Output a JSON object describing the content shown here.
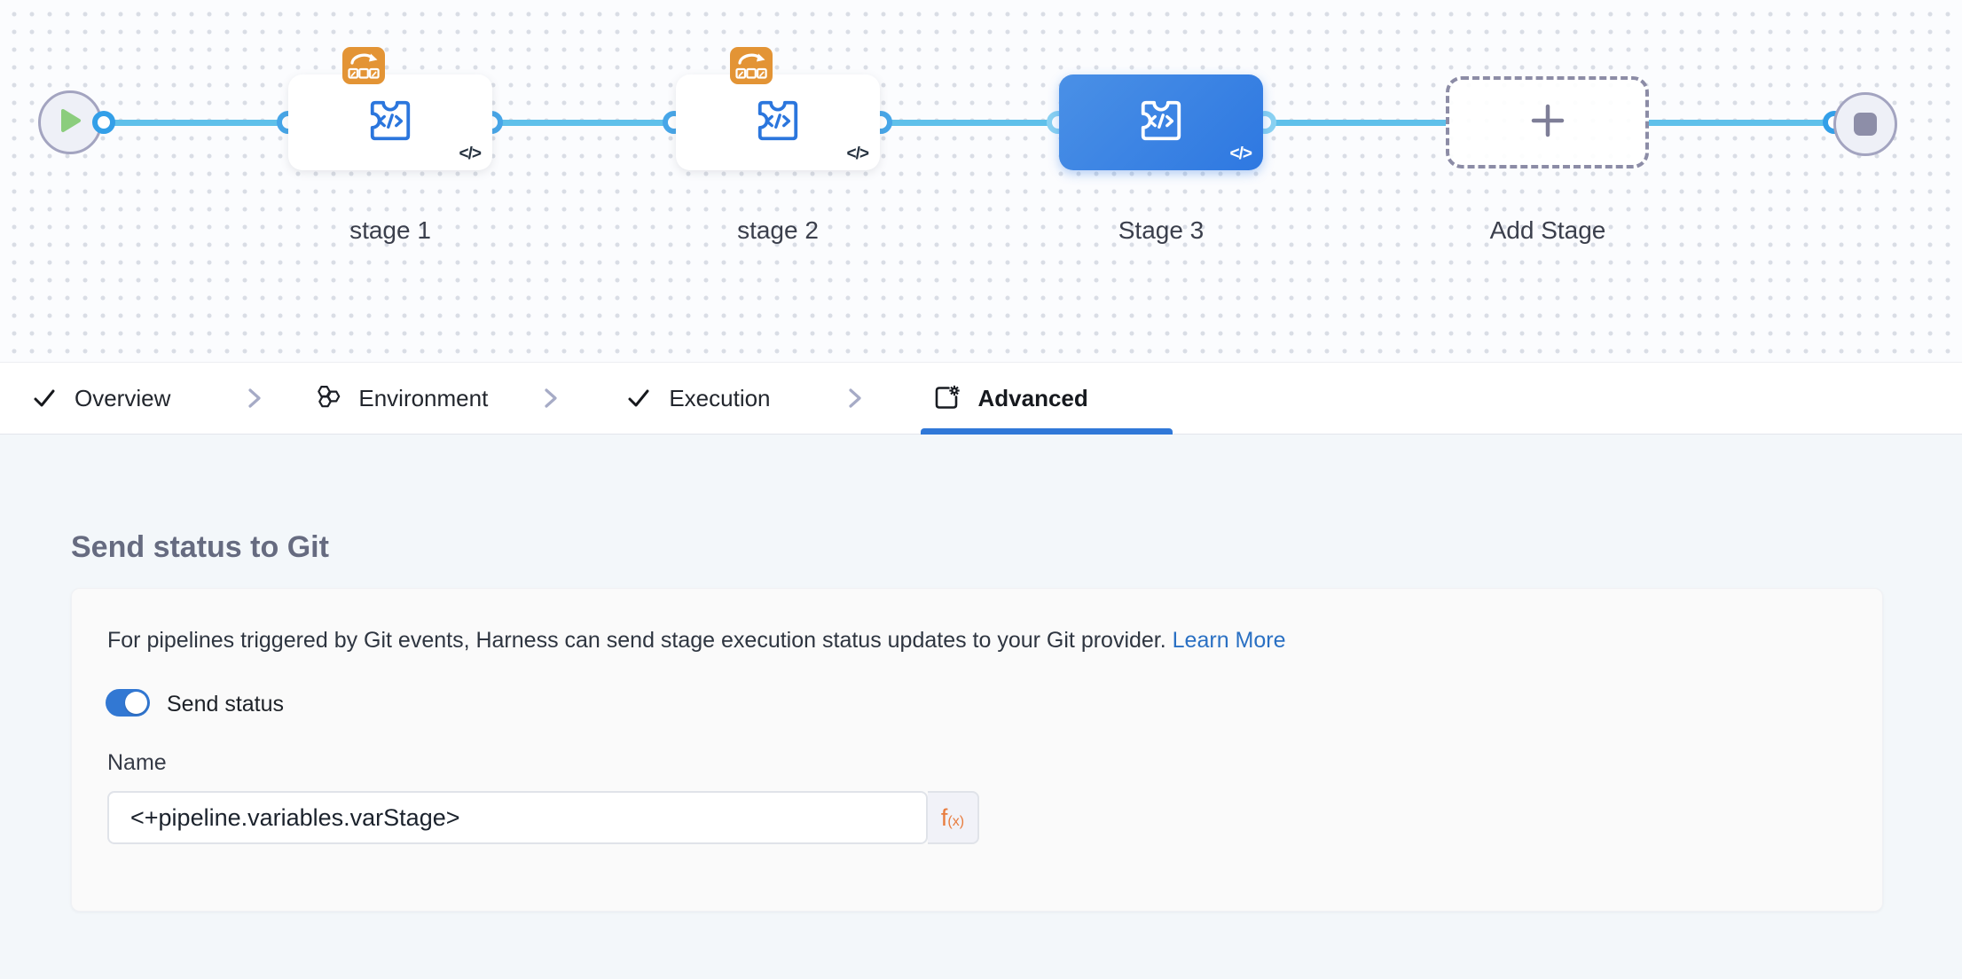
{
  "pipeline": {
    "stages": [
      {
        "label": "stage 1",
        "selected": false,
        "looping_badge": true,
        "code_glyph": "</>"
      },
      {
        "label": "stage 2",
        "selected": false,
        "looping_badge": true,
        "code_glyph": "</>"
      },
      {
        "label": "Stage 3",
        "selected": true,
        "looping_badge": false,
        "code_glyph": "</>"
      }
    ],
    "add_stage_label": "Add Stage"
  },
  "tabs": [
    {
      "label": "Overview",
      "icon": "check-icon",
      "active": false
    },
    {
      "label": "Environment",
      "icon": "hexagons-icon",
      "active": false
    },
    {
      "label": "Execution",
      "icon": "check-icon",
      "active": false
    },
    {
      "label": "Advanced",
      "icon": "settings-doc-icon",
      "active": true
    }
  ],
  "panel": {
    "heading": "Send status to Git",
    "description": "For pipelines triggered by Git events, Harness can send stage execution status updates to your Git provider.",
    "learn_more_label": "Learn More",
    "toggle_label": "Send status",
    "toggle_on": true,
    "name_label": "Name",
    "name_value": "<+pipeline.variables.varStage>",
    "expression_button": {
      "main": "f",
      "sub": "(x)"
    }
  },
  "icons": {
    "start-node": "play-icon",
    "end-node": "stop-icon",
    "stage-type": "code-puzzle-icon",
    "stage-badge": "looping-strategy-icon",
    "add-stage": "plus-icon",
    "tab-done": "check-icon",
    "tab-separator": "chevron-right-icon",
    "environment": "hexagons-icon",
    "advanced": "settings-doc-icon",
    "expression": "fx-icon"
  },
  "colors": {
    "accent_blue": "#3078d8",
    "selected_stage_blue": "#3b84e4",
    "connector_blue": "#5fc0ea",
    "badge_orange": "#e39435",
    "stage_icon_blue": "#2b76dd",
    "toggle_on_blue": "#3278d3",
    "link_blue": "#2a70c3",
    "expression_orange": "#e87c3e",
    "play_green": "#8bcd7d"
  }
}
